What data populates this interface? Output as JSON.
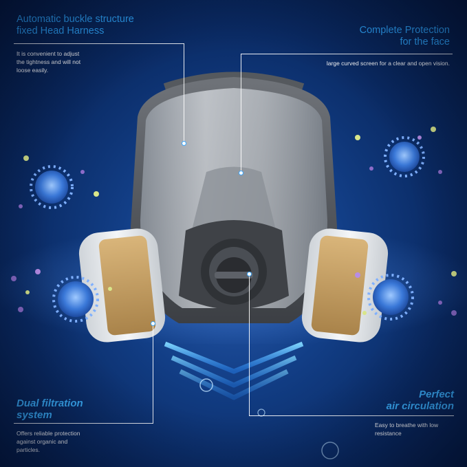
{
  "features": {
    "head_harness": {
      "title_line1": "Automatic buckle structure",
      "title_line2": "fixed Head Harness",
      "desc_line1": "It is convenient to adjust",
      "desc_line2": "the tightness and will not",
      "desc_line3": "loose easily."
    },
    "face_protection": {
      "title_line1": "Complete Protection",
      "title_line2": "for the face",
      "desc_line1": "large curved screen for a clear and open vision."
    },
    "dual_filtration": {
      "title_line1": "Dual filtration",
      "title_line2": "system",
      "desc_line1": "Offers reliable protection",
      "desc_line2": "against organic and",
      "desc_line3": "particles."
    },
    "air_circulation": {
      "title_line1": "Perfect",
      "title_line2": "air circulation",
      "desc_line1": "Easy to breathe with low",
      "desc_line2": "resistance"
    }
  },
  "colors": {
    "heading_blue": "#2fa8ff",
    "background_deep": "#0a2a63",
    "mask_frame": "#5a5e63",
    "filter_body": "#e8ecef",
    "filter_label": "#c9a46a"
  },
  "icons": [
    "virus-particle-icon",
    "callout-dot-icon",
    "air-flow-chevron-icon"
  ]
}
